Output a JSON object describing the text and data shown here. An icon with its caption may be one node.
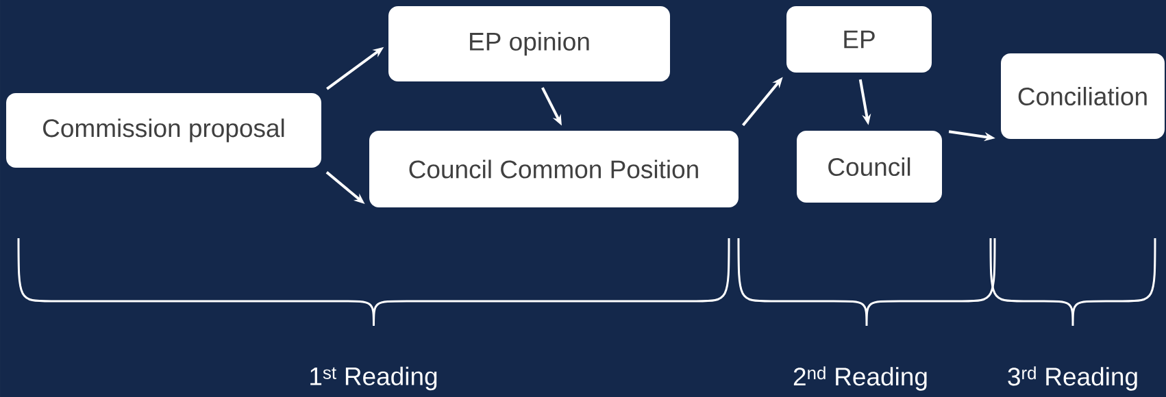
{
  "diagram": {
    "nodes": [
      {
        "text": [
          "Commission proposal"
        ]
      },
      {
        "text": [
          "EP opinion"
        ]
      },
      {
        "text": [
          "Council Common Position"
        ]
      },
      {
        "text": [
          "EP"
        ]
      },
      {
        "text": [
          "Council"
        ]
      },
      {
        "text": [
          "Conciliation"
        ]
      }
    ],
    "edges": [
      {
        "from": 0,
        "to": 1,
        "arrow": "to"
      },
      {
        "from": 0,
        "to": 2,
        "arrow": "to"
      },
      {
        "from": 1,
        "to": 2,
        "arrow": "to"
      },
      {
        "from": 2,
        "to": 3,
        "arrow": "to"
      },
      {
        "from": 3,
        "to": 4,
        "arrow": "to"
      },
      {
        "from": 4,
        "to": 5,
        "arrow": "to"
      }
    ],
    "labels": [
      "1$^{st}$ Reading",
      "2$^{nd}$ Reading",
      "3$^{rd}$ Reading"
    ]
  }
}
